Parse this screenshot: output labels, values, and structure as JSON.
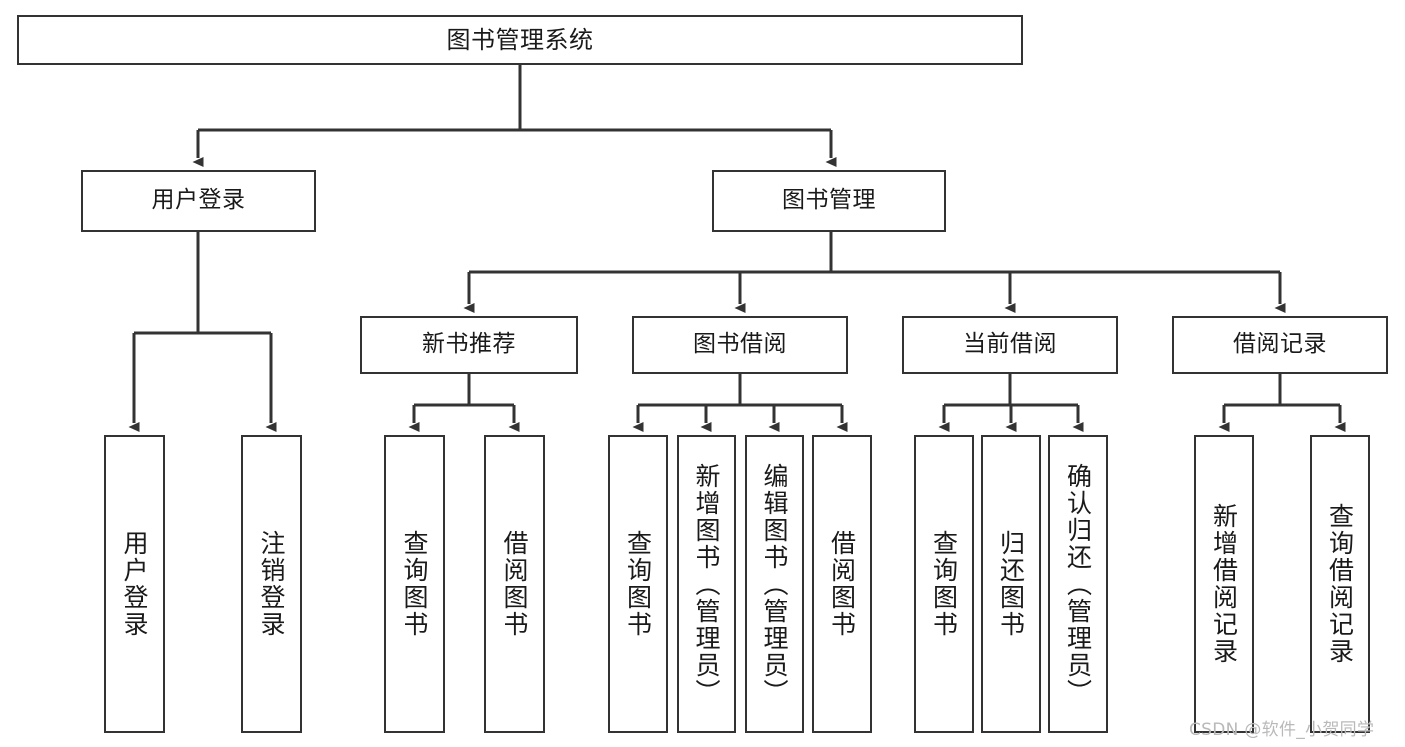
{
  "diagram": {
    "title": "图书管理系统",
    "type": "hierarchy-tree",
    "root": {
      "label": "图书管理系统"
    },
    "level2": [
      {
        "label": "用户登录"
      },
      {
        "label": "图书管理"
      }
    ],
    "level3": [
      {
        "label": "新书推荐"
      },
      {
        "label": "图书借阅"
      },
      {
        "label": "当前借阅"
      },
      {
        "label": "借阅记录"
      }
    ],
    "leaves": {
      "user_login": [
        {
          "label": "用户登录"
        },
        {
          "label": "注销登录"
        }
      ],
      "new_book_recommend": [
        {
          "label": "查询图书"
        },
        {
          "label": "借阅图书"
        }
      ],
      "book_borrow": [
        {
          "label": "查询图书"
        },
        {
          "label": "新增图书（管理员）"
        },
        {
          "label": "编辑图书（管理员）"
        },
        {
          "label": "借阅图书"
        }
      ],
      "current_borrow": [
        {
          "label": "查询图书"
        },
        {
          "label": "归还图书"
        },
        {
          "label": "确认归还（管理员）"
        }
      ],
      "borrow_record": [
        {
          "label": "新增借阅记录"
        },
        {
          "label": "查询借阅记录"
        }
      ]
    }
  },
  "watermark": {
    "text": "CSDN @软件_小贺同学"
  },
  "colors": {
    "box_border": "#333333",
    "box_fill": "#ffffff",
    "text": "#1a1a1a",
    "connector": "#333333",
    "watermark": "#b9b9b9",
    "background": "#ffffff"
  }
}
